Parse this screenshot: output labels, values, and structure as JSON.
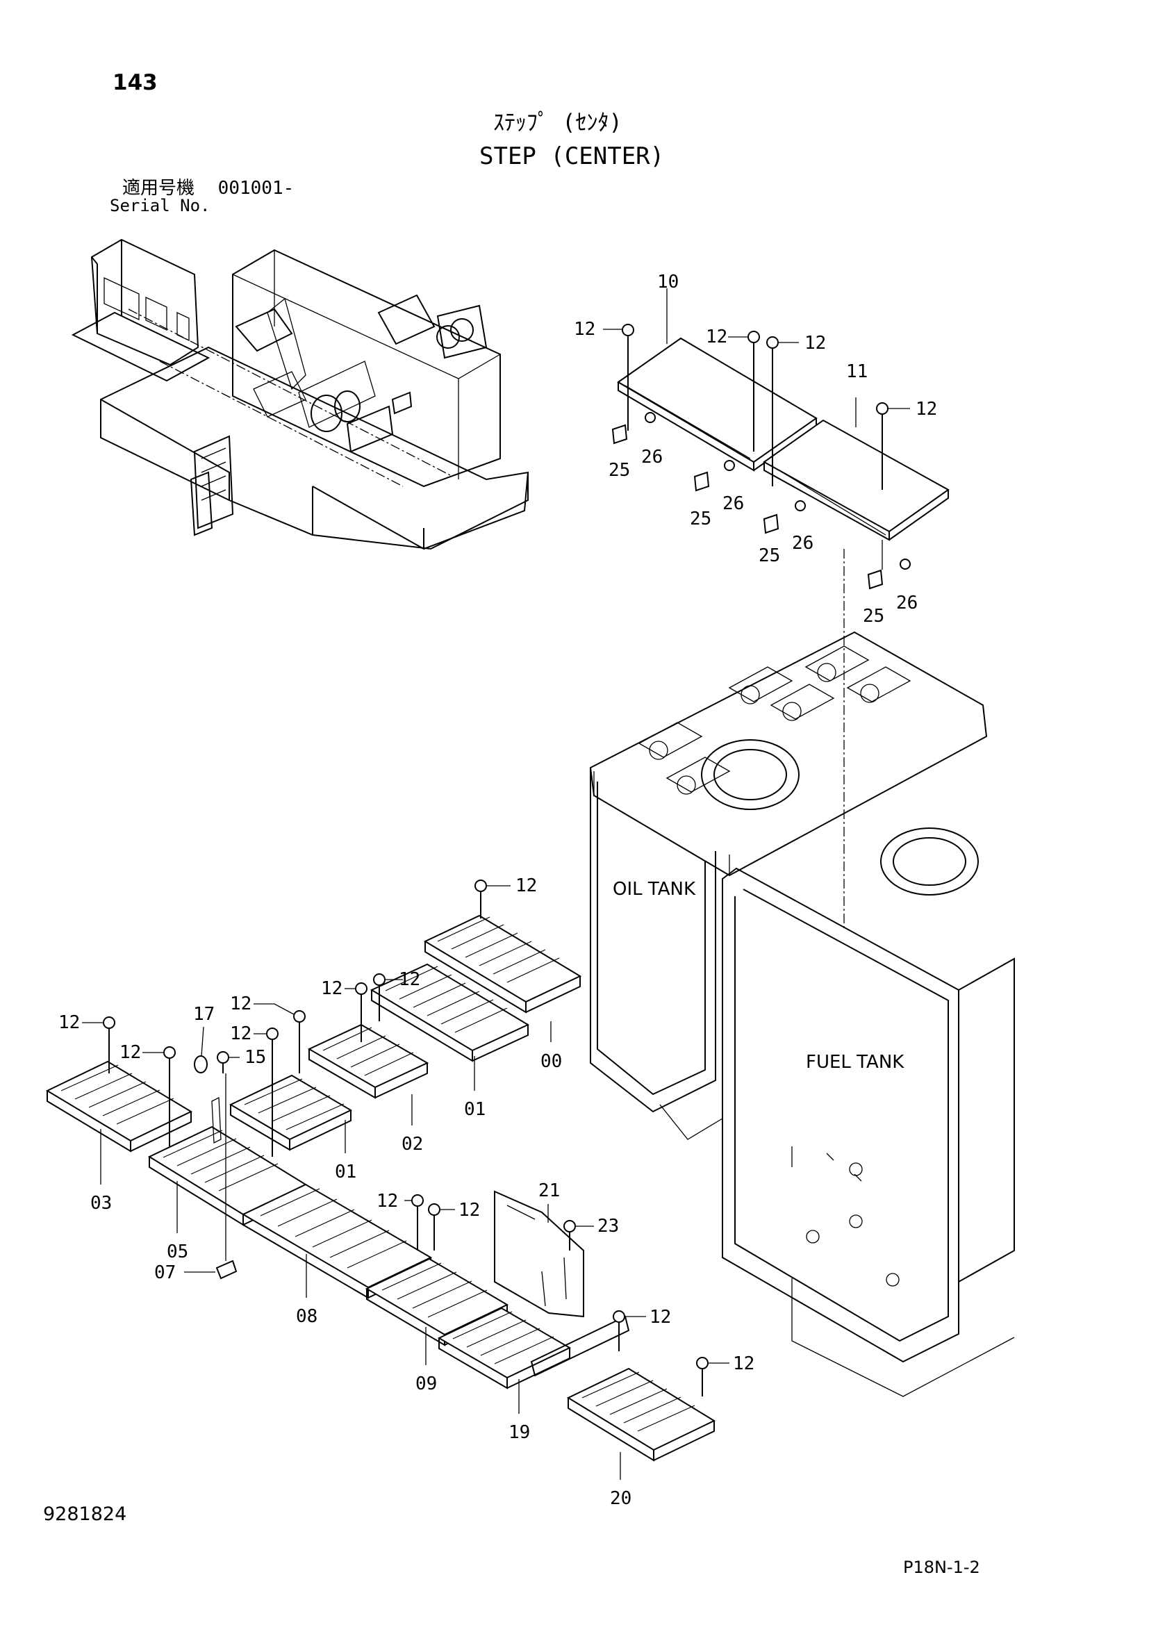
{
  "header": {
    "page_number": "143",
    "title_jp": "ｽﾃｯﾌﾟ (ｾﾝﾀ)",
    "title_en": "STEP (CENTER)",
    "serial_label_jp": "適用号機",
    "serial_value": "001001-",
    "serial_label_en": "Serial No."
  },
  "footer": {
    "document_number": "9281824",
    "page_reference": "P18N-1-2"
  },
  "tanks": {
    "oil": "OIL TANK",
    "fuel": "FUEL TANK"
  },
  "callouts": {
    "c10": "10",
    "c11": "11",
    "c12a": "12",
    "c12b": "12",
    "c12c": "12",
    "c12d": "12",
    "c25a": "25",
    "c26a": "26",
    "c25b": "25",
    "c26b": "26",
    "c25c": "25",
    "c26c": "26",
    "c25d": "25",
    "c26d": "26",
    "c12e": "12",
    "c12f": "12",
    "c12g": "12",
    "c12h": "12",
    "c12i": "12",
    "c12j": "12",
    "c17": "17",
    "c15": "15",
    "c00": "00",
    "c01a": "01",
    "c01b": "01",
    "c02": "02",
    "c03": "03",
    "c05": "05",
    "c07": "07",
    "c08": "08",
    "c09": "09",
    "c19": "19",
    "c20": "20",
    "c21": "21",
    "c23": "23",
    "c12k": "12",
    "c12l": "12",
    "c12m": "12",
    "c12n": "12"
  }
}
